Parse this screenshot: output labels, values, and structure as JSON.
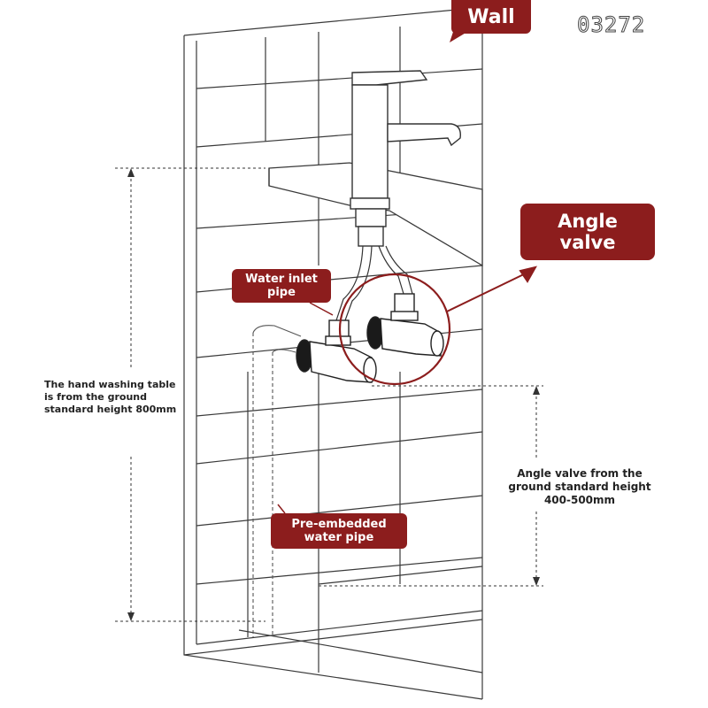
{
  "labels": {
    "wall": "Wall",
    "angle_valve_line1": "Angle",
    "angle_valve_line2": "valve",
    "inlet_line1": "Water inlet",
    "inlet_line2": "pipe",
    "embedded_line1": "Pre-embedded",
    "embedded_line2": "water pipe"
  },
  "notes": {
    "table_height": [
      "The hand washing table",
      "is from the ground",
      "standard height 800mm"
    ],
    "valve_height": [
      "Angle valve from the",
      "ground standard height",
      "400-500mm"
    ]
  },
  "watermark": "03272",
  "colors": {
    "callout": "#8c1d1d",
    "line": "#3a3a3a"
  }
}
